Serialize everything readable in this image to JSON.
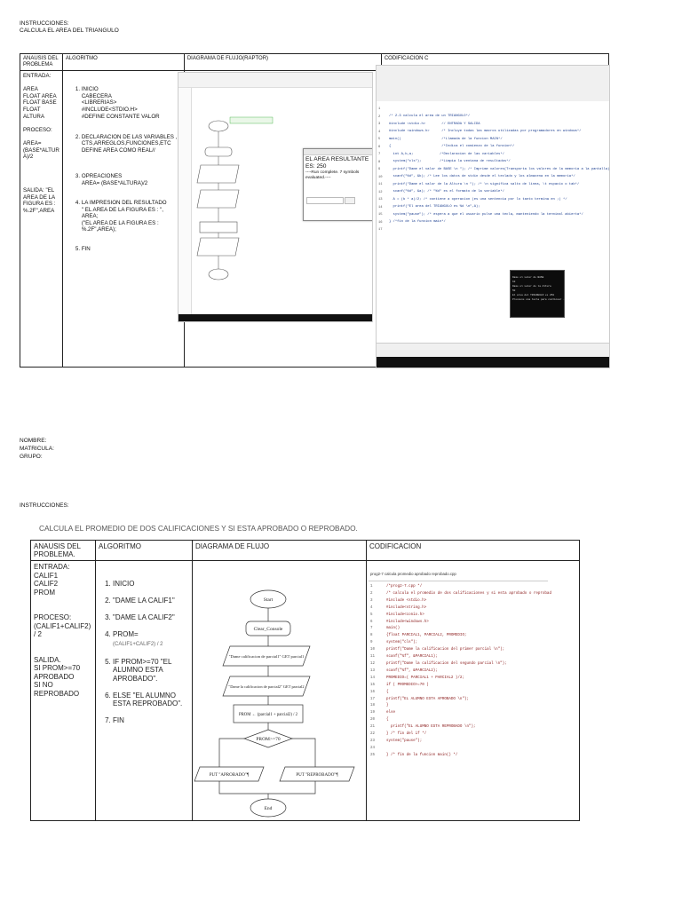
{
  "page1": {
    "instructions": "INSTRUCCIONES:",
    "task": "CALCULA EL AREA DEL TRIANGULO",
    "headers": [
      "ANAUSIS DEL PROBLEMA",
      "ALGORITMO",
      "DIAGRAMA DE FLUJO(RAPTOR)",
      "CODIFICACION C"
    ],
    "analysis": "ENTRADA:\n\nAREA\nFLOAT AREA\nFLOAT BASE\nFLOAT ALTURA\n\nPROCESO:\n\nAREA=\n(BASE*ALTUR\nA)/2\n\n\n\n\nSALIDA: \"EL\nAREA DE LA\nFIGURA ES :\n%.2F\",AREA",
    "algorithm": [
      "INICIO\nCABECERA\n<LIBRERIAS>\n#INCLUDE<STDIO.H>\n#DEFINE CONSTANTE VALOR",
      "DECLARACION DE LAS VARIABLES ,\nCTS,ARREGLOS,FUNCIONES,ETC\nDEFINE AREA COMO REAL//",
      "OPREACIONES\nAREA= (BASE*ALTURA)/2",
      "LA IMPRESION DEL RESULTADO\n\" EL AREA DE LA FIGURA ES : \",\nAREA;\n(\"EL AREA DE LA FIGURA ES :\n%.2F\",AREA);",
      "FIN"
    ],
    "raptor_console": {
      "result": "EL AREA RESULTANTE ES: 250",
      "status": "----Run complete.  7 symbols evaluated.----"
    },
    "code_lines": [
      "/* 2-3 calcula el area de un TRIANGULO*/",
      "#include <stdio.h>        // ENTRADA Y SALIDA",
      "#include <windows.h>      /* Incluye todas las macros utilizadas por programadores en windows*/",
      "main()                    /*Llamada de la funcion MAIN*/",
      "{                         /*Indica el comienzo de la funcion*/",
      "  int A,b,a;             /*Declaracion de las variables*/",
      "  system(\"cls\");         /*Limpia la ventana de resultados*/",
      "  printf(\"Dame el valor de BASE \\n \"); /* Imprime valores(Transporta los valores de la memoria a la pantalla)*/",
      "  scanf(\"%d\", &b); /* Lee los datos de stdin desde el teclado y los almacena en la memoria*/",
      "  printf(\"Dame el valor de la Altura \\n \"); /* \\n significa salto de linea, \\t espacio o tab*/",
      "  scanf(\"%d\", &a); /* \"%d\" es el formato de la variable*/",
      "  A = (b * a)/2; /* contiene a operacion (es una sentencia por lo tanto termina en ;) */",
      "  printf(\"El area del TRIANGULO es %d \\n\",A);",
      "  system(\"pause\"); /* espera a que el usuario pulse una tecla, manteniendo la terminal abierta*/",
      "} /*fin de la funcion main*/",
      ""
    ],
    "console_lines": [
      "Dame el valor de BASE",
      "10",
      "Dame el valor de la Altura",
      "50",
      "El area del TRIANGULO es 250",
      "Presione una tecla para continuar . . ."
    ]
  },
  "identity": {
    "name": "NOMBRE:",
    "matricula": "MATRICULA:",
    "grupo": "GRUPO:"
  },
  "page2": {
    "instructions": "INSTRUCCIONES:",
    "task": "CALCULA EL PROMEDIO DE DOS CALIFICACIONES Y SI ESTA APROBADO O REPROBADO.",
    "headers": [
      "ANAUSIS DEL PROBLEMA.",
      "ALGORITMO",
      "DIAGRAMA DE FLUJO",
      "CODIFICACION"
    ],
    "analysis": "ENTRADA:\nCALIF1\nCALIF2\nPROM\n\n\nPROCESO:\n(CALIF1+CALIF2) / 2\n\n\nSALIDA.\nSI PROM>=70\nAPROBADO\nSI NO REPROBADO",
    "algorithm": [
      "INICIO",
      "\"DAME LA CALIF1\"",
      "\"DAME LA CALIF2\"",
      "PROM=",
      "IF PROM>=70 \"EL ALUMNO ESTA APROBADO\".",
      "ELSE \"EL ALUMNO ESTA REPROBADO\".",
      "FIN"
    ],
    "prom_formula": "(CALIF1+CALIF2) / 2",
    "flow": {
      "start": "Start",
      "clear": "Clear_Console",
      "in1": "\"Dame calificacion de parcial1\" GET parcial1",
      "in2": "\"Dame la calificacion de parcial2\" GET parcial2",
      "calc": "PROM ← (parcial1 + parcial2) / 2",
      "cond": "PROM>=70",
      "yes": "PUT \"APROBADO\"¶",
      "no": "PUT \"REPROBADO\"¶",
      "end": "End"
    },
    "code_title": "prog2-7 calcula promedio aprobado reprobado.cpp",
    "code_lines": [
      "/*prog2-7.cpp */",
      "/* calcula el promedio de dos calificaciones y si esta aprobado o reprobado */",
      "#include <stdio.h>",
      "#include<string.h>",
      "#include<conio.h>",
      "#include<windows.h>",
      "main()",
      "{float PARCIAL1, PARCIAL2, PROMEDIO;",
      "system(\"cls\");",
      "printf(\"Dame la calificacion del primer parcial \\n\");",
      "scanf(\"%f\", &PARCIAL1);",
      "printf(\"Dame la calificacion del segundo parcial \\n\");",
      "scanf(\"%f\", &PARCIAL2);",
      "PROMEDIO=( PARCIAL1 + PARCIAL2 )/2;",
      "if ( PROMEDIO>=70 )",
      "{",
      "printf(\"EL ALUMNO ESTA APROBADO \\n\");",
      "}",
      "else",
      "{",
      "  printf(\"EL ALUMNO ESTA REPROBADO \\n\");",
      "} /* fin del if */",
      "system(\"pause\");",
      "",
      "} /* fin de la funcion main() */"
    ]
  }
}
